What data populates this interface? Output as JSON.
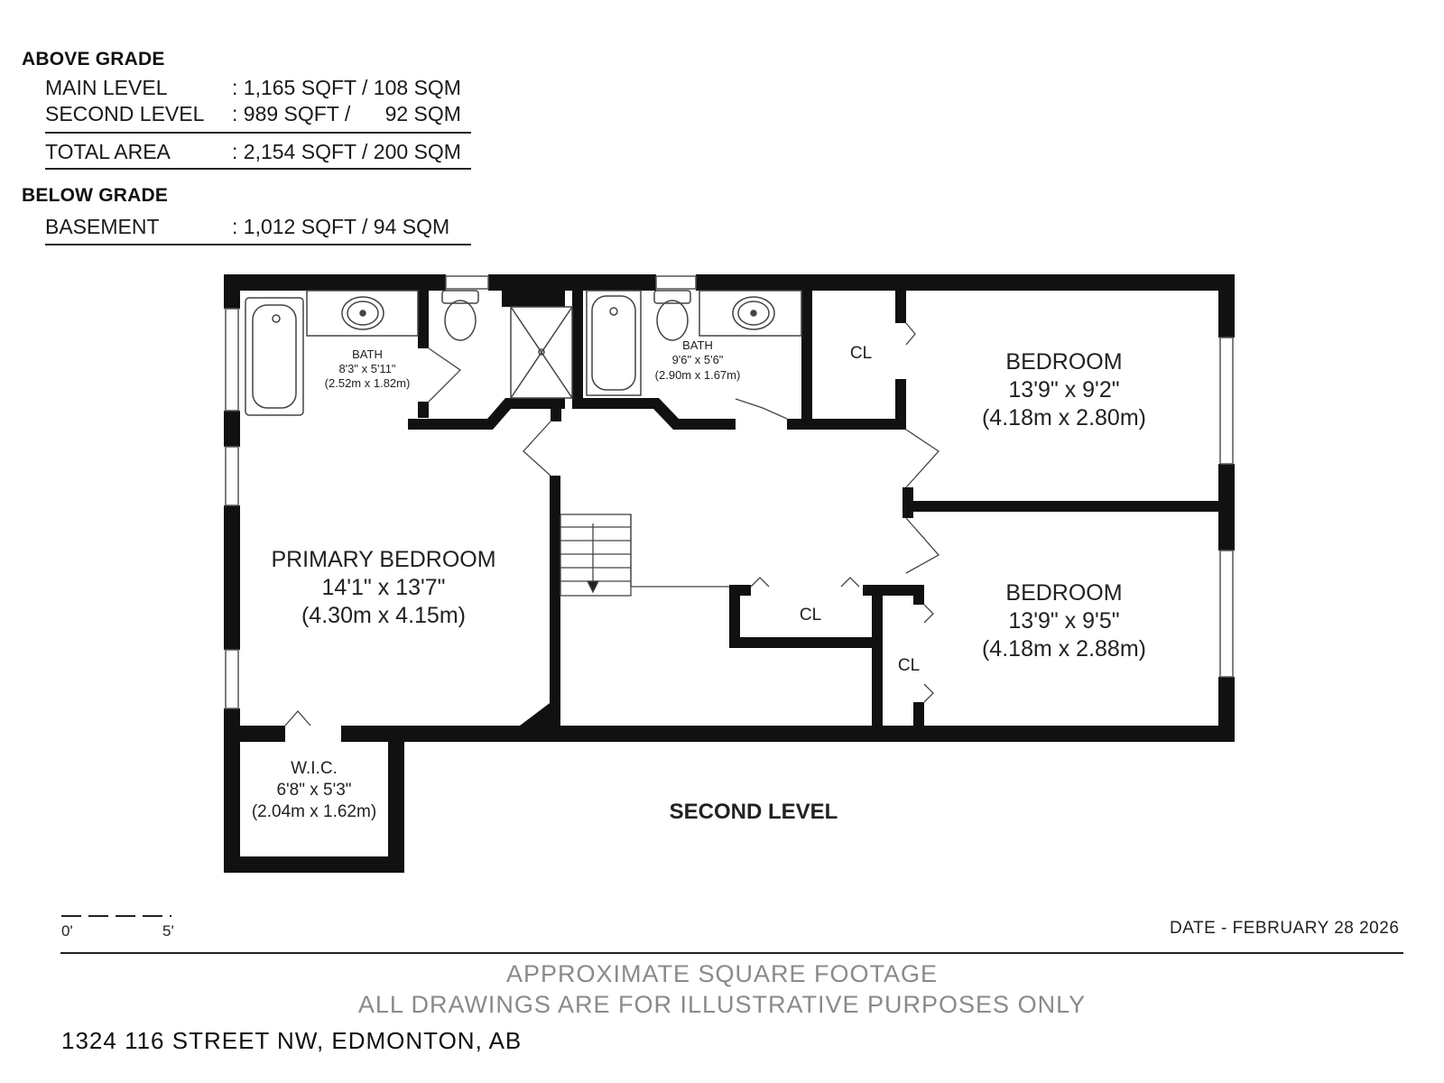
{
  "summary": {
    "above_grade_title": "ABOVE GRADE",
    "main_level_label": "MAIN LEVEL",
    "main_level_value": ": 1,165 SQFT / 108 SQM",
    "second_level_label": "SECOND LEVEL",
    "second_level_value": ": 989 SQFT /      92 SQM",
    "total_area_label": "TOTAL AREA",
    "total_area_value": ": 2,154 SQFT / 200 SQM",
    "below_grade_title": "BELOW GRADE",
    "basement_label": "BASEMENT",
    "basement_value": ": 1,012 SQFT / 94 SQM"
  },
  "plan": {
    "level_title": "SECOND LEVEL",
    "rooms": {
      "bath1": {
        "name": "BATH",
        "dim_imperial": "8'3\" x 5'11\"",
        "dim_metric": "(2.52m x 1.82m)"
      },
      "bath2": {
        "name": "BATH",
        "dim_imperial": "9'6\" x 5'6\"",
        "dim_metric": "(2.90m x 1.67m)"
      },
      "bedroom_top": {
        "name": "BEDROOM",
        "dim_imperial": "13'9\" x 9'2\"",
        "dim_metric": "(4.18m x 2.80m)"
      },
      "bedroom_bottom": {
        "name": "BEDROOM",
        "dim_imperial": "13'9\" x 9'5\"",
        "dim_metric": "(4.18m x 2.88m)"
      },
      "primary_bedroom": {
        "name": "PRIMARY BEDROOM",
        "dim_imperial": "14'1\" x 13'7\"",
        "dim_metric": "(4.30m x 4.15m)"
      },
      "wic": {
        "name": "W.I.C.",
        "dim_imperial": "6'8\" x 5'3\"",
        "dim_metric": "(2.04m x 1.62m)"
      },
      "closet_top": {
        "name": "CL"
      },
      "closet_hall": {
        "name": "CL"
      },
      "closet_bedroom": {
        "name": "CL"
      }
    }
  },
  "scale": {
    "start_label": "0'",
    "end_label": "5'"
  },
  "footer": {
    "date": "DATE - FEBRUARY 28 2026",
    "disclaimer_line1": "APPROXIMATE SQUARE FOOTAGE",
    "disclaimer_line2": "ALL DRAWINGS ARE FOR ILLUSTRATIVE PURPOSES ONLY",
    "address": "1324 116 STREET NW, EDMONTON, AB"
  }
}
